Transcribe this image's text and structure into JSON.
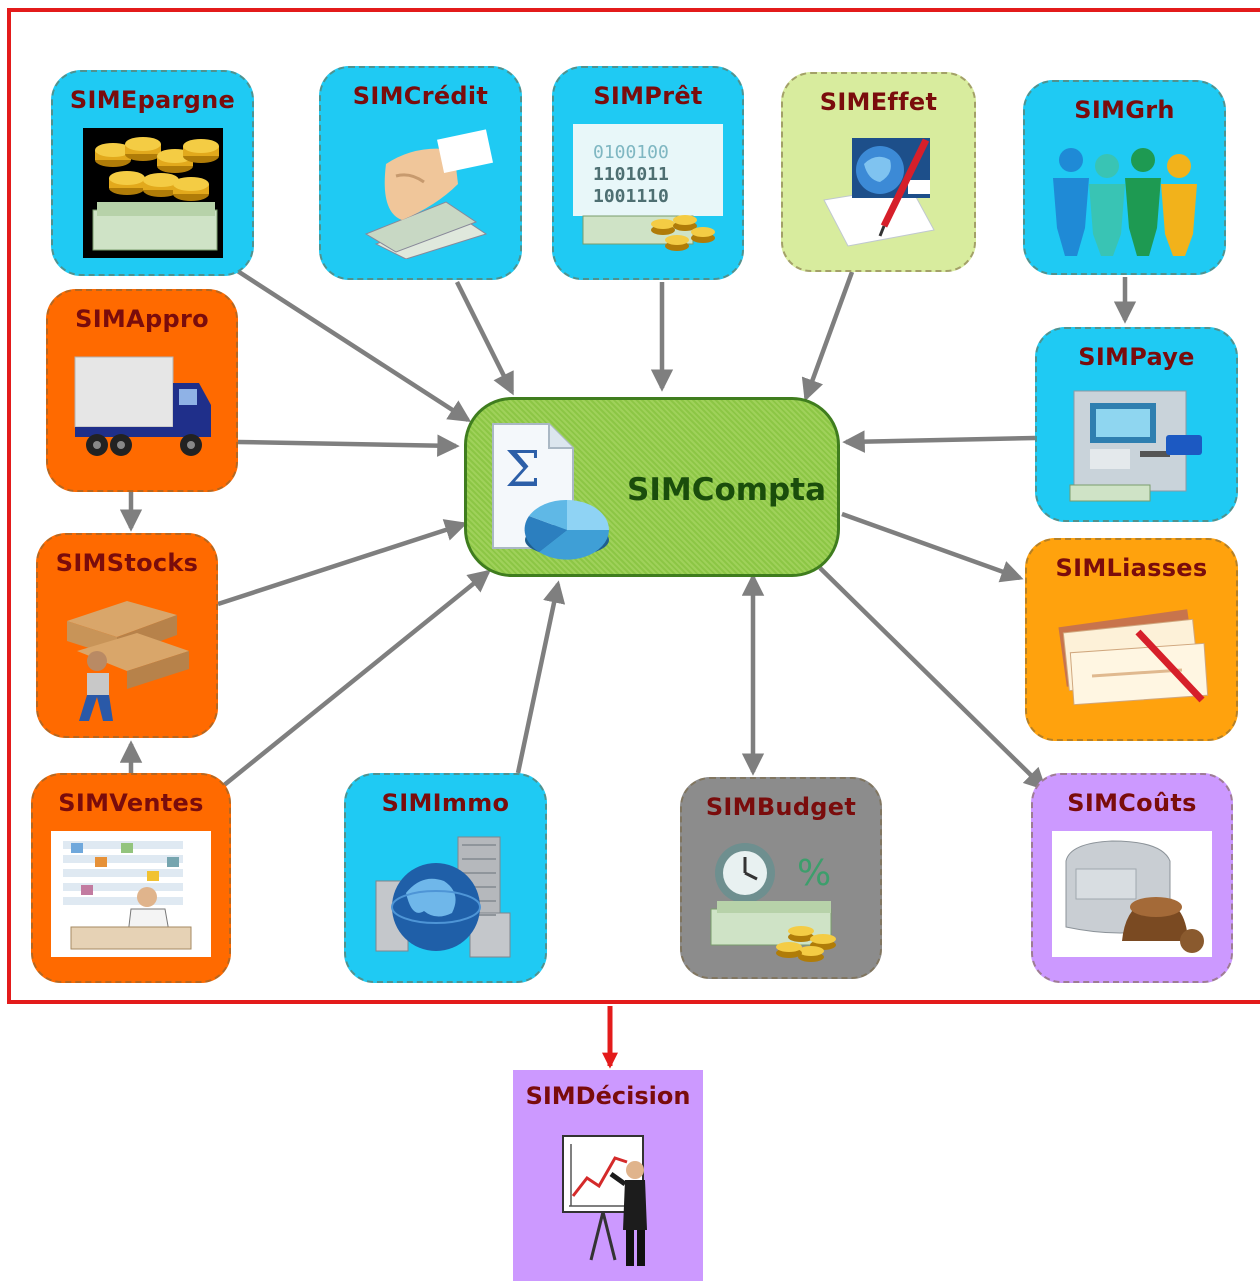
{
  "colors": {
    "frame": "#e31b1b",
    "arrow": "#7f7f7f",
    "decision_arrow": "#e31b1b",
    "label": "#7a0c0c",
    "hub_label": "#1a4d0c",
    "cyan": "#1fcaf3",
    "orange": "#ff6a00",
    "amber": "#ffa20d",
    "lime": "#d8ec9e",
    "gray": "#8c8c8c",
    "violet": "#cc99ff",
    "hub_green": "#8cc645"
  },
  "hub": {
    "name": "SIMCompta",
    "icon": "sigma-pie-chart-icon"
  },
  "decision": {
    "name": "SIMDécision",
    "icon": "presentation-board-icon"
  },
  "modules": [
    {
      "id": "epargne",
      "name": "SIMEpargne",
      "color": "cyan",
      "icon": "coins-banknotes-icon"
    },
    {
      "id": "credit",
      "name": "SIMCrédit",
      "color": "cyan",
      "icon": "hand-money-icon"
    },
    {
      "id": "pret",
      "name": "SIMPrêt",
      "color": "cyan",
      "icon": "binary-money-icon"
    },
    {
      "id": "effet",
      "name": "SIMEffet",
      "color": "lime",
      "icon": "globe-pen-document-icon"
    },
    {
      "id": "grh",
      "name": "SIMGrh",
      "color": "cyan",
      "icon": "people-group-icon"
    },
    {
      "id": "appro",
      "name": "SIMAppro",
      "color": "orange",
      "icon": "truck-icon"
    },
    {
      "id": "paye",
      "name": "SIMPaye",
      "color": "cyan",
      "icon": "atm-machine-icon"
    },
    {
      "id": "stocks",
      "name": "SIMStocks",
      "color": "orange",
      "icon": "boxes-carrier-icon"
    },
    {
      "id": "liasses",
      "name": "SIMLiasses",
      "color": "amber",
      "icon": "cheque-pen-icon"
    },
    {
      "id": "ventes",
      "name": "SIMVentes",
      "color": "orange",
      "icon": "shop-seller-icon"
    },
    {
      "id": "immo",
      "name": "SIMImmo",
      "color": "cyan",
      "icon": "buildings-globe-icon"
    },
    {
      "id": "budget",
      "name": "SIMBudget",
      "color": "gray",
      "icon": "clock-money-percent-icon"
    },
    {
      "id": "couts",
      "name": "SIMCoûts",
      "color": "violet",
      "icon": "bread-machine-icon"
    }
  ]
}
